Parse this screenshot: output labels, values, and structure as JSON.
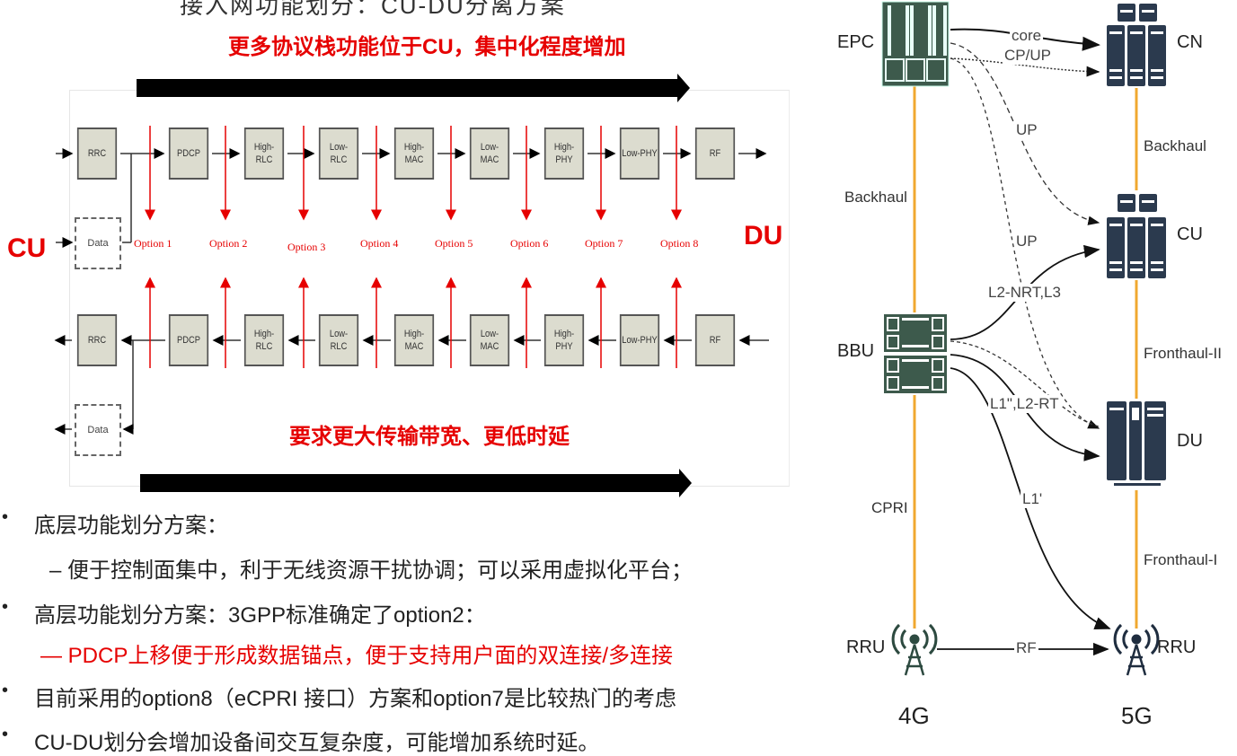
{
  "header": {
    "top_cut_text": "接入网功能划分：CU-DU分离方案",
    "top_arrow_label": "更多协议栈功能位于CU，集中化程度增加",
    "bottom_arrow_label": "要求更大传输带宽、更低时延"
  },
  "split_diagram": {
    "left_label": "CU",
    "right_label": "DU",
    "data_block": "Data",
    "blocks": [
      {
        "line1": "RRC",
        "line2": ""
      },
      {
        "line1": "PDCP",
        "line2": ""
      },
      {
        "line1": "High-",
        "line2": "RLC"
      },
      {
        "line1": "Low-",
        "line2": "RLC"
      },
      {
        "line1": "High-",
        "line2": "MAC"
      },
      {
        "line1": "Low-",
        "line2": "MAC"
      },
      {
        "line1": "High-",
        "line2": "PHY"
      },
      {
        "line1": "Low-PHY",
        "line2": ""
      },
      {
        "line1": "RF",
        "line2": ""
      }
    ],
    "options": [
      "Option 1",
      "Option 2",
      "Option 3",
      "Option 4",
      "Option 5",
      "Option 6",
      "Option 7",
      "Option 8"
    ],
    "colors": {
      "block_fill": "#dcdccf",
      "option_red": "#e60000"
    }
  },
  "bullets": [
    {
      "type": "bullet",
      "text": "底层功能划分方案："
    },
    {
      "type": "sub",
      "text": "–  便于控制面集中，利于无线资源干扰协调；可以采用虚拟化平台；"
    },
    {
      "type": "bullet",
      "text": "高层功能划分方案：3GPP标准确定了option2："
    },
    {
      "type": "sub-red",
      "text": "— PDCP上移便于形成数据锚点，便于支持用户面的双连接/多连接"
    },
    {
      "type": "bullet",
      "text": "目前采用的option8（eCPRI 接口）方案和option7是比较热门的考虑"
    },
    {
      "type": "bullet",
      "text": "CU-DU划分会增加设备间交互复杂度，可能增加系统时延。"
    }
  ],
  "network": {
    "nodes": {
      "epc": "EPC",
      "bbu": "BBU",
      "rru4g": "RRU",
      "cn": "CN",
      "cu": "CU",
      "du": "DU",
      "rru5g": "RRU"
    },
    "generations": {
      "left": "4G",
      "right": "5G"
    },
    "links_4g": {
      "backhaul": "Backhaul",
      "cpri": "CPRI"
    },
    "links_5g": {
      "backhaul": "Backhaul",
      "fronthaul2": "Fronthaul-II",
      "fronthaul1": "Fronthaul-I"
    },
    "edges": {
      "core": "core",
      "cpup": "CP/UP",
      "up1": "UP",
      "up2": "UP",
      "l2nrt": "L2-NRT,L3",
      "l1l2rt": "L1\",L2-RT",
      "l1": "L1'",
      "rf": "RF"
    },
    "colors": {
      "link_orange": "#f0a830",
      "epc_green": "#3d5a4c",
      "server_navy": "#2b3a4e"
    }
  }
}
